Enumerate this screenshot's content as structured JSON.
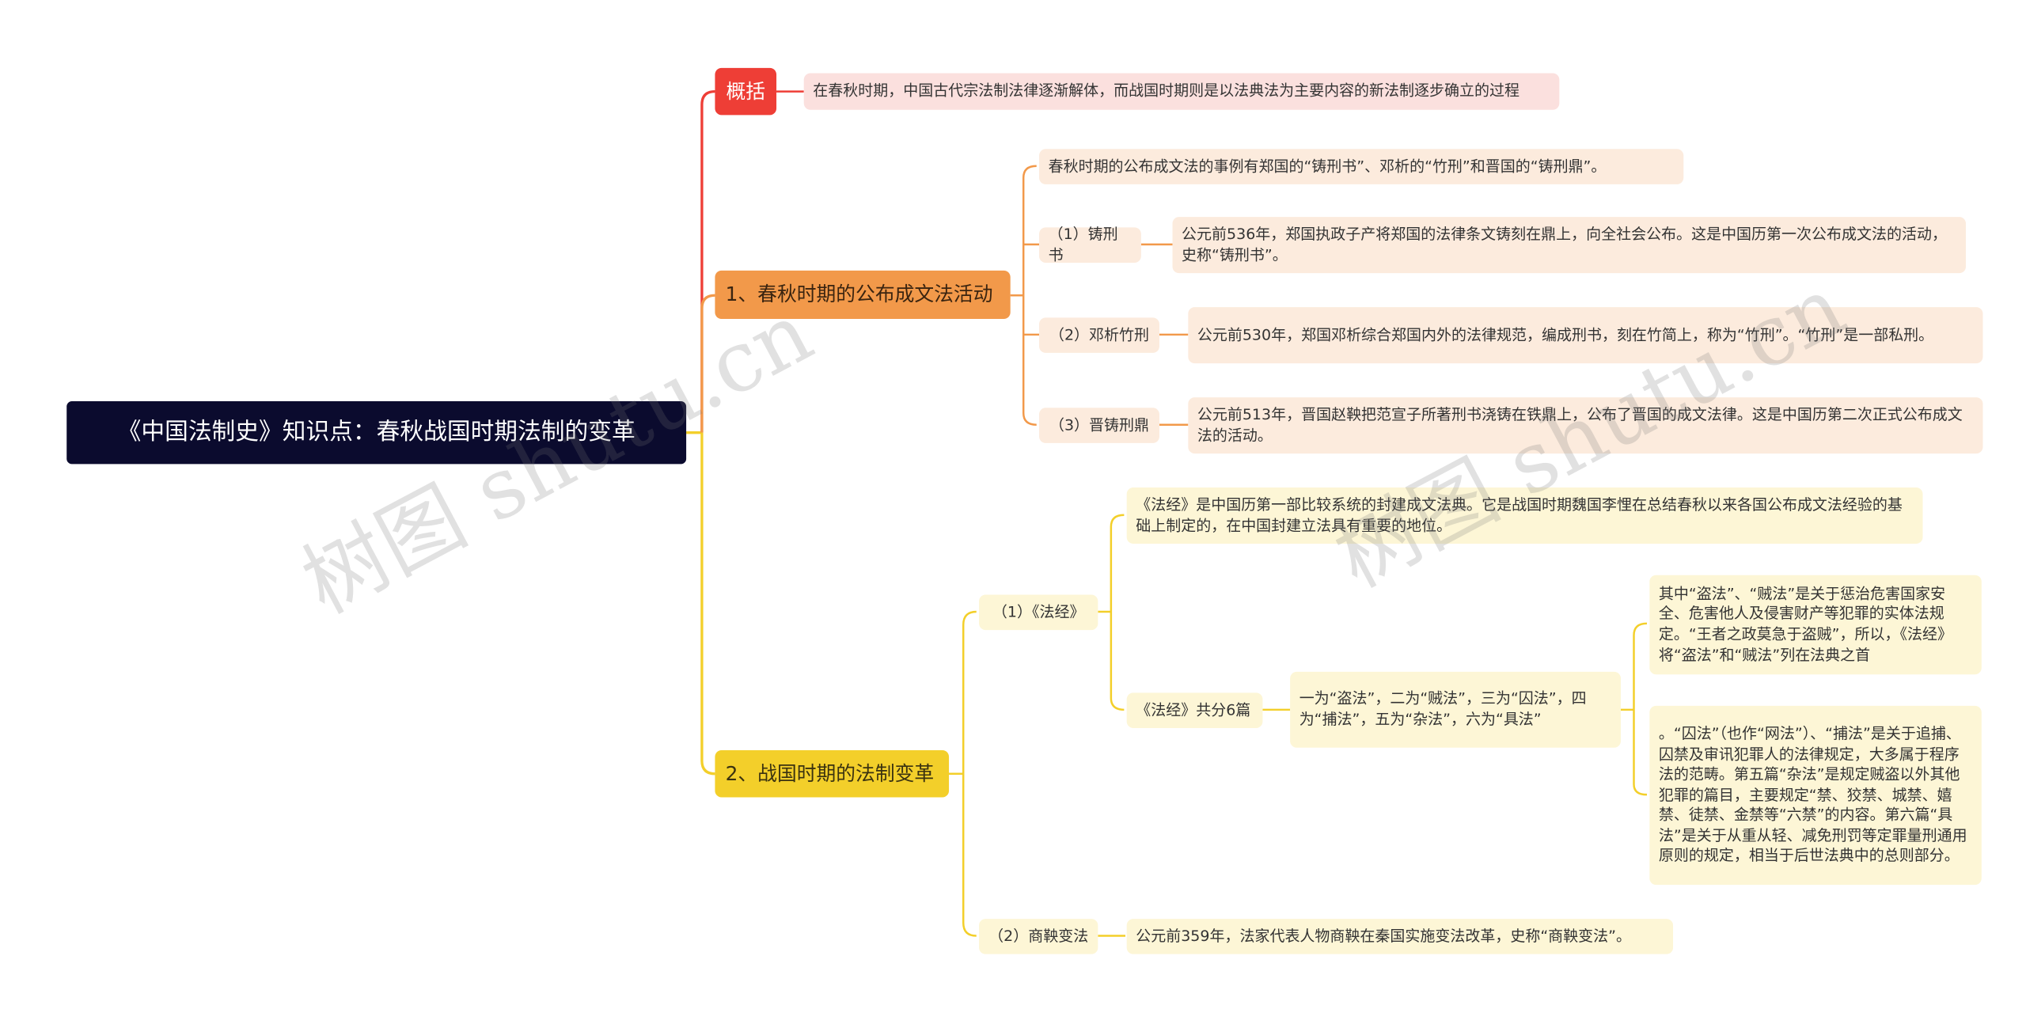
{
  "root": "《中国法制史》知识点：春秋战国时期法制的变革",
  "summary": {
    "label": "概括",
    "text": "在春秋时期，中国古代宗法制法律逐渐解体，而战国时期则是以法典法为主要内容的新法制逐步确立的过程"
  },
  "branch1": {
    "label": "1、春秋时期的公布成文法活动",
    "intro": "春秋时期的公布成文法的事例有郑国的“铸刑书”、邓析的“竹刑”和晋国的“铸刑鼎”。",
    "items": [
      {
        "label": "（1）铸刑书",
        "text": "公元前536年，郑国执政子产将郑国的法律条文铸刻在鼎上，向全社会公布。这是中国历第一次公布成文法的活动，史称“铸刑书”。"
      },
      {
        "label": "（2）邓析竹刑",
        "text": "公元前530年，郑国邓析综合郑国内外的法律规范，编成刑书，刻在竹简上，称为“竹刑”。“竹刑”是一部私刑。"
      },
      {
        "label": "（3）晋铸刑鼎",
        "text": "公元前513年，晋国赵鞅把范宣子所著刑书浇铸在铁鼎上，公布了晋国的成文法律。这是中国历第二次正式公布成文法的活动。"
      }
    ]
  },
  "branch2": {
    "label": "2、战国时期的法制变革",
    "fajing": {
      "label": "（1）《法经》",
      "intro": "《法经》是中国历第一部比较系统的封建成文法典。它是战国时期魏国李悝在总结春秋以来各国公布成文法经验的基础上制定的，在中国封建立法具有重要的地位。",
      "six_label": "《法经》共分6篇",
      "six_text": "一为“盗法”，二为“贼法”，三为“囚法”，四为“捕法”，五为“杂法”，六为“具法”",
      "detail1": "其中“盗法”、“贼法”是关于惩治危害国家安全、危害他人及侵害财产等犯罪的实体法规定。“王者之政莫急于盗贼”，所以，《法经》将“盗法”和“贼法”列在法典之首",
      "detail2": "。“囚法”（也作“网法”）、“捕法”是关于追捕、囚禁及审讯犯罪人的法律规定，大多属于程序法的范畴。第五篇“杂法”是规定贼盗以外其他犯罪的篇目，主要规定“禁、狡禁、城禁、嬉禁、徒禁、金禁等“六禁”的内容。第六篇“具法”是关于从重从轻、减免刑罚等定罪量刑通用原则的规定，相当于后世法典中的总则部分。"
    },
    "shangyang": {
      "label": "（2）商鞅变法",
      "text": "公元前359年，法家代表人物商鞅在秦国实施变法改革，史称“商鞅变法”。"
    }
  },
  "watermark": "树图 shutu.cn",
  "colors": {
    "root": "#0b0b2e",
    "red": "#ee3e36",
    "orange": "#f2994a",
    "yellow": "#f3cf2a"
  }
}
